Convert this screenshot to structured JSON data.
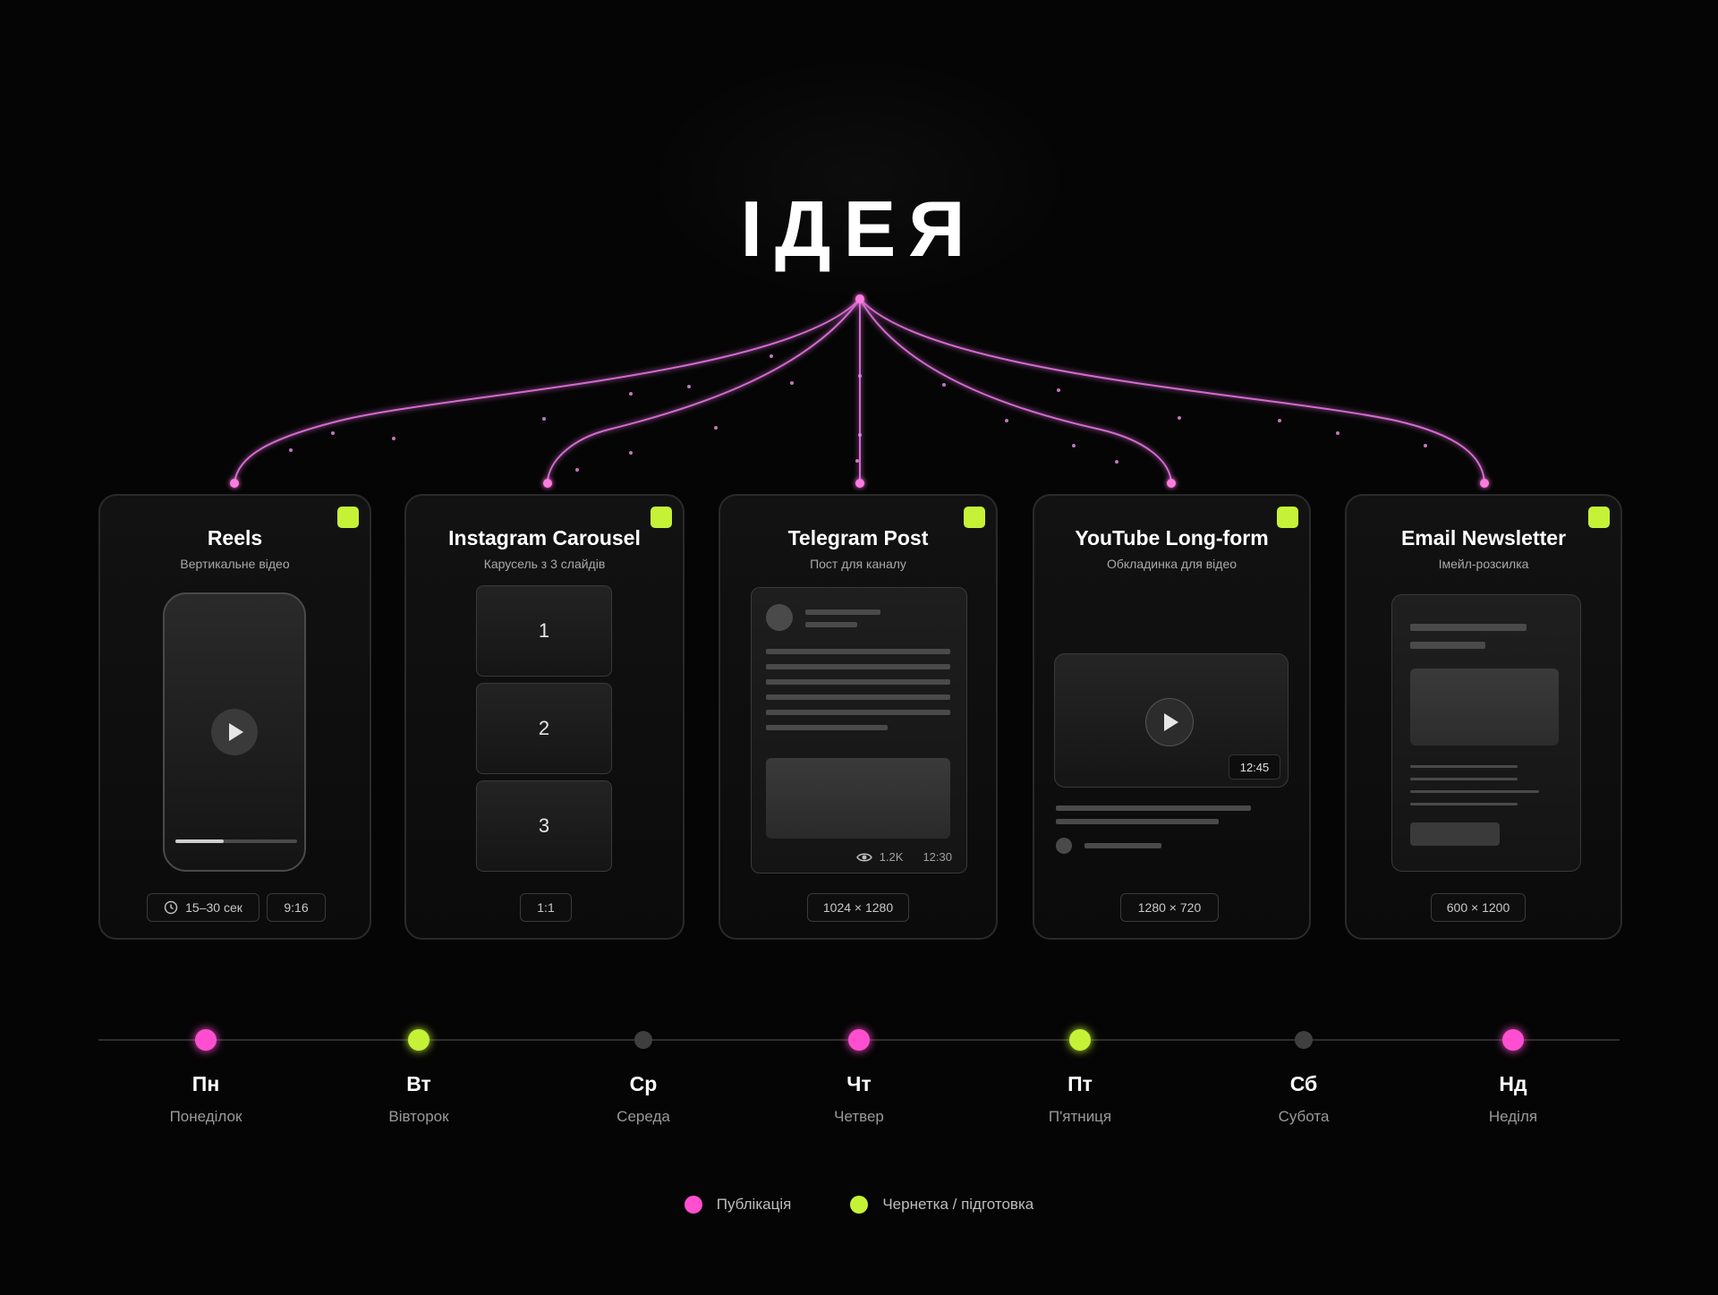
{
  "title": "ІДЕЯ",
  "colors": {
    "publication": "#ff4fd0",
    "draft": "#c5f236",
    "neutral": "#3f3f3f",
    "badge": "#c5f236",
    "connector": "#d46ad0"
  },
  "cards": [
    {
      "title": "Reels",
      "subtitle": "Вертикальне відео",
      "tags": [
        "15–30 сек",
        "9:16"
      ],
      "icon": "clock-icon",
      "progress": 0.4
    },
    {
      "title": "Instagram Carousel",
      "subtitle": "Карусель з 3 слайдів",
      "slides": [
        "1",
        "2",
        "3"
      ],
      "tags": [
        "1:1"
      ]
    },
    {
      "title": "Telegram Post",
      "subtitle": "Пост для каналу",
      "views": "1.2K",
      "time": "12:30",
      "tags": [
        "1024 × 1280"
      ]
    },
    {
      "title": "YouTube Long-form",
      "subtitle": "Обкладинка для відео",
      "duration": "12:45",
      "tags": [
        "1280 × 720"
      ]
    },
    {
      "title": "Email Newsletter",
      "subtitle": "Імейл-розсилка",
      "tags": [
        "600 × 1200"
      ]
    }
  ],
  "timeline": [
    {
      "day": "Пн",
      "name": "Понеділок",
      "status": "publication"
    },
    {
      "day": "Вт",
      "name": "Вівторок",
      "status": "draft"
    },
    {
      "day": "Ср",
      "name": "Середа",
      "status": "neutral"
    },
    {
      "day": "Чт",
      "name": "Четвер",
      "status": "publication"
    },
    {
      "day": "Пт",
      "name": "П'ятниця",
      "status": "draft"
    },
    {
      "day": "Сб",
      "name": "Субота",
      "status": "neutral"
    },
    {
      "day": "Нд",
      "name": "Неділя",
      "status": "publication"
    }
  ],
  "legend": [
    {
      "label": "Публікація",
      "status": "publication"
    },
    {
      "label": "Чернетка / підготовка",
      "status": "draft"
    }
  ]
}
